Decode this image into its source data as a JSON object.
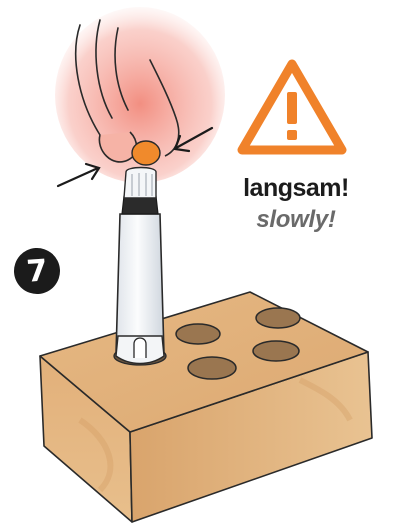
{
  "step": {
    "number": "7"
  },
  "warning": {
    "icon": "warning-triangle-icon",
    "color": "#f0822a",
    "text_de": "langsam!",
    "text_en": "slowly!"
  },
  "palette": {
    "brick": "#e2b17c",
    "brick_shadow": "#c99460",
    "hand": "#f2a89a",
    "fuse_tip": "#f08a2c",
    "tube": "#eef1f4",
    "hole": "#9a7650"
  }
}
